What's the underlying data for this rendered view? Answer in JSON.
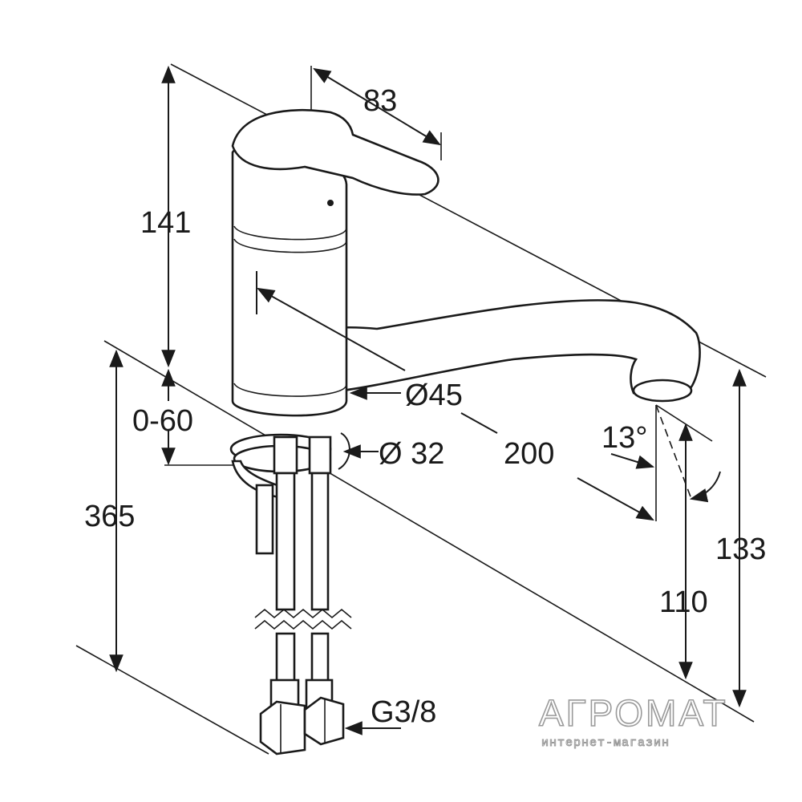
{
  "dimensions": {
    "handle_width": "83",
    "body_height": "141",
    "deck_thickness": "0-60",
    "total_height": "365",
    "body_diameter": "Ø45",
    "mount_diameter": "Ø 32",
    "spout_reach": "200",
    "spout_angle": "13°",
    "spout_height": "110",
    "total_spout_height": "133",
    "connection_thread": "G3/8"
  },
  "watermark": {
    "brand": "АГРОМАТ",
    "tagline": "интернет-магазин"
  }
}
